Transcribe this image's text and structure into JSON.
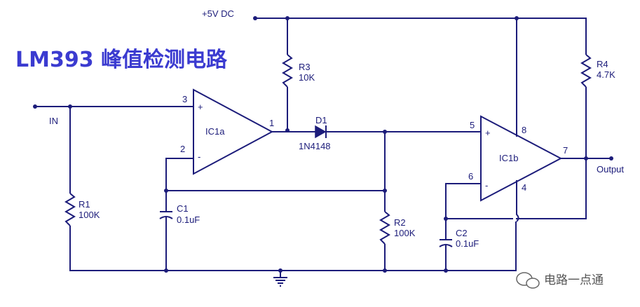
{
  "title": "LM393 峰值检测电路",
  "supply_label": "+5V DC",
  "input_label": "IN",
  "output_label": "Output",
  "watermark": "电路一点通",
  "opamps": [
    {
      "name": "IC1a",
      "plus_pin": "3",
      "minus_pin": "2",
      "out_pin": "1"
    },
    {
      "name": "IC1b",
      "plus_pin": "5",
      "minus_pin": "6",
      "out_pin": "7",
      "vcc_pin": "8",
      "gnd_pin": "4"
    }
  ],
  "plus_sign": "+",
  "minus_sign": "-",
  "diode": {
    "ref": "D1",
    "value": "1N4148"
  },
  "resistors": [
    {
      "ref": "R1",
      "value": "100K"
    },
    {
      "ref": "R2",
      "value": "100K"
    },
    {
      "ref": "R3",
      "value": "10K"
    },
    {
      "ref": "R4",
      "value": "4.7K"
    }
  ],
  "capacitors": [
    {
      "ref": "C1",
      "value": "0.1uF"
    },
    {
      "ref": "C2",
      "value": "0.1uF"
    }
  ],
  "colors": {
    "wire": "#1c1c7a",
    "title": "#3b3bd0"
  }
}
